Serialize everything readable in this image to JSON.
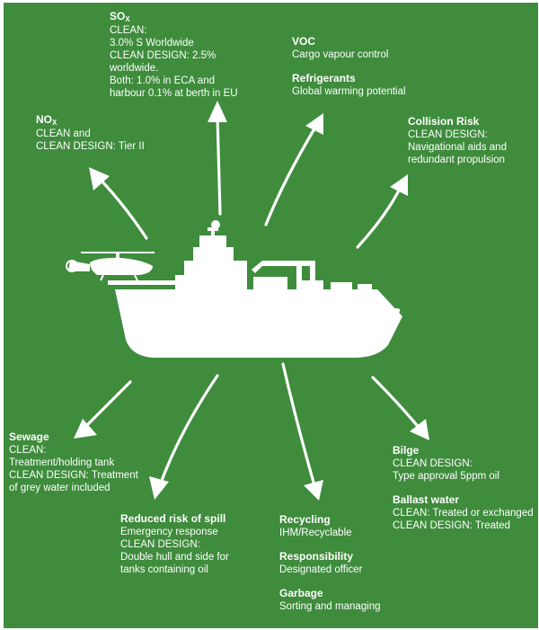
{
  "colors": {
    "background": "#3e8c3c",
    "foreground": "#ffffff"
  },
  "blocks": {
    "sox": {
      "title_main": "SO",
      "title_sub": "X",
      "lines": [
        "CLEAN:",
        "3.0% S Worldwide",
        "CLEAN DESIGN: 2.5%",
        "worldwide.",
        "Both: 1.0% in ECA and",
        "harbour 0.1% at berth in EU"
      ]
    },
    "nox": {
      "title_main": "NO",
      "title_sub": "X",
      "lines": [
        "CLEAN and",
        "CLEAN DESIGN: Tier II"
      ]
    },
    "voc": {
      "title": "VOC",
      "lines": [
        "Cargo vapour control"
      ],
      "title2": "Refrigerants",
      "lines2": [
        "Global warming potential"
      ]
    },
    "collision": {
      "title": "Collision Risk",
      "lines": [
        "CLEAN DESIGN:",
        "Navigational aids and",
        "redundant propulsion"
      ]
    },
    "sewage": {
      "title": "Sewage",
      "lines": [
        "CLEAN:",
        "Treatment/holding tank",
        "CLEAN DESIGN: Treatment",
        "of grey water included"
      ]
    },
    "spill": {
      "title": "Reduced risk of spill",
      "lines": [
        "Emergency response",
        "CLEAN DESIGN:",
        "Double hull and side for",
        "tanks containing oil"
      ]
    },
    "recycling": {
      "title": "Recycling",
      "lines": [
        "IHM/Recyclable"
      ],
      "title2": "Responsibility",
      "lines2": [
        "Designated officer"
      ],
      "title3": "Garbage",
      "lines3": [
        "Sorting and managing"
      ]
    },
    "bilge": {
      "title": "Bilge",
      "lines": [
        "CLEAN DESIGN:",
        "Type approval 5ppm oil"
      ],
      "title2": "Ballast water",
      "lines2": [
        "CLEAN: Treated or exchanged",
        "CLEAN DESIGN: Treated"
      ]
    }
  }
}
